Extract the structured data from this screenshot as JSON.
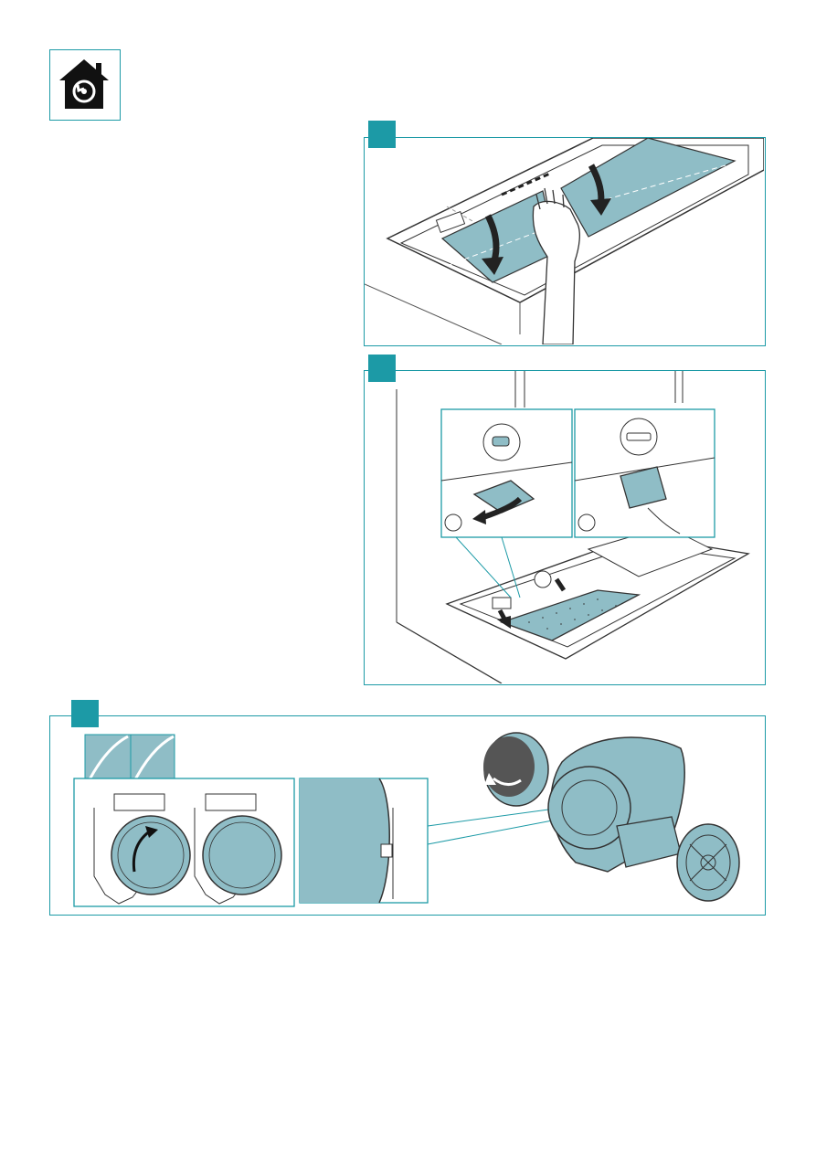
{
  "page": {
    "icon": "recirculation-house-icon",
    "accent_color": "#1c9aa6",
    "filter_color": "#8fbdc6"
  },
  "steps": [
    {
      "illustration": "close-filter-panel-illustration",
      "label": ""
    },
    {
      "illustration": "remove-grease-filter-illustration",
      "label": ""
    },
    {
      "illustration": "replace-charcoal-filter-illustration",
      "label": ""
    }
  ]
}
